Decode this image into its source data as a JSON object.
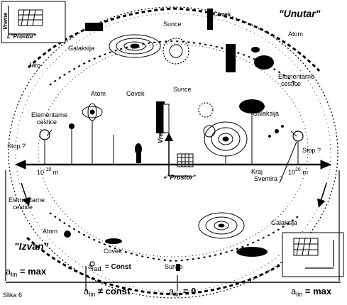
{
  "labels": {
    "unutar": "\"Unutar\"",
    "izvan": "\"Izvan\"",
    "covek_top": "Covek",
    "sunce_top": "Sunce",
    "atom_top": "Atom",
    "galaksija_top": "Galaksija",
    "jato": "Jato",
    "elem_top_right_1": "Elementarne",
    "elem_top_right_2": "cestice",
    "atom_mid": "Atom",
    "covek_mid": "Covek",
    "sunce_mid": "Sunce",
    "galaksija_mid": "Galaksija",
    "elem_mid_1": "Elementarne",
    "elem_mid_2": "cestice",
    "stop_left": "Stop ?",
    "stop_right": "Stop ?",
    "elem_low_1": "Elementarne",
    "elem_low_2": "cestice",
    "atom_low": "Atom",
    "covek_low": "Covek",
    "sunce_low": "Sunce",
    "galaksija_low": "Galaksija",
    "kraj_1": "Kraj",
    "kraj_2": "Svemira ?",
    "slika": "Slika 6"
  },
  "axis": {
    "left_base": "10",
    "left_exp": "-18",
    "left_unit": "m",
    "right_base": "10",
    "right_exp": "26",
    "right_unit": "m",
    "vreme": "Vreme",
    "prostor": "+\"Prostor\"",
    "corner_vreme": "Vreme",
    "corner_prostor": "L\"Prostor\""
  },
  "accel": {
    "a": "a",
    "lin": "lin",
    "rad": "rad.",
    "max_left": "= max",
    "const": "= Const",
    "not_const": "≠ const",
    "zero": "= 0",
    "max_right": "= max"
  }
}
